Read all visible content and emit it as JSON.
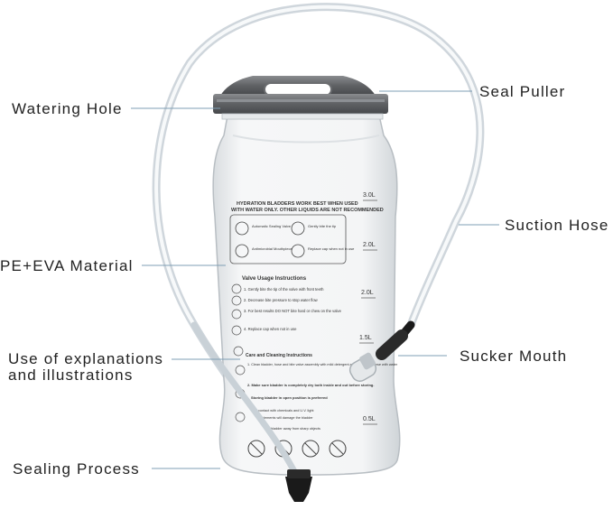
{
  "callouts": {
    "watering_hole": "Watering Hole",
    "seal_puller": "Seal Puller",
    "suction_hose": "Suction Hose",
    "pe_eva_material": "PE+EVA Material",
    "explanations_line1": "Use of explanations",
    "explanations_line2": "and illustrations",
    "sucker_mouth": "Sucker Mouth",
    "sealing_process": "Sealing Process"
  },
  "bladder_print": {
    "header_line1": "HYDRATION BLADDERS WORK BEST WHEN USED",
    "header_line2": "WITH WATER ONLY. OTHER LIQUIDS ARE NOT RECOMMENDED",
    "icon_captions": [
      "Automatic Sealing Valve",
      "Gently bite the tip",
      "Antimicrobial Mouthpiece",
      "Replace cap when not in use"
    ],
    "valve_title": "Valve Usage Instructions",
    "valve_steps": [
      "1. Gently bite the tip of the valve with front teeth",
      "2. Decrease bite pressure to stop water flow",
      "3. For best results DO NOT bite hard or chew on the valve",
      "4. Replace cap when not in use"
    ],
    "care_title": "Care and Cleaning Instructions",
    "care_steps": [
      "1. Clean bladder, hose and bite valve assembly with mild detergent and thoroughly rinse with water",
      "2. Make sure bladder is completely dry both inside and out before storing.",
      "Storing bladder in open position is preferred",
      "contact with chemicals and U.V. light",
      "elements will damage the bladder",
      "bladder away from sharp objects"
    ],
    "volume_marks": [
      "3.0L",
      "2.0L",
      "2.0L",
      "1.5L",
      "0.5L"
    ]
  },
  "colors": {
    "leader_line": "#7f9fb5",
    "seal_bar": "#6b6d70",
    "bite_valve": "#1a1a1a"
  }
}
